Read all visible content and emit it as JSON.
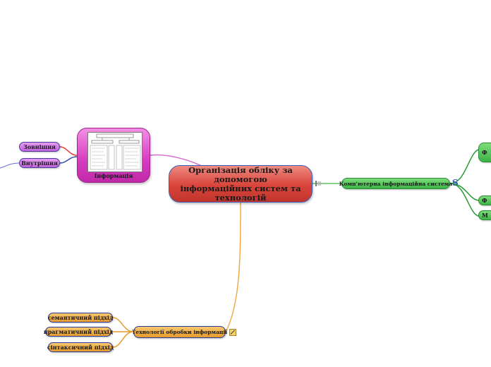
{
  "central": {
    "text": "Організація обліку за допомогою інформаційних систем та технологій"
  },
  "informatsiya": {
    "label": "Інформація",
    "children": [
      "Зовнішня",
      "Внутрішня"
    ]
  },
  "computer_system": {
    "label": "Комп'ютерна інформаційна система",
    "children_partial": [
      "Ф",
      "Ф",
      "М"
    ]
  },
  "technologies": {
    "label": "Технології обробки інформації",
    "children": [
      "семантичний підхід",
      "прагматичний підхід",
      "сінтаксичний підхід"
    ]
  },
  "colors": {
    "central": "#d9443a",
    "info": "#d63bc0",
    "system": "#3cb447",
    "technologies": "#e69a2a",
    "info_link": "#d66fd0",
    "tech_link": "#f2a84a",
    "system_link": "#5cc25c"
  },
  "icons": {
    "system_left": "notes-icon",
    "system_right": "s-glyph-icon",
    "technologies_right": "note-edit-icon"
  }
}
